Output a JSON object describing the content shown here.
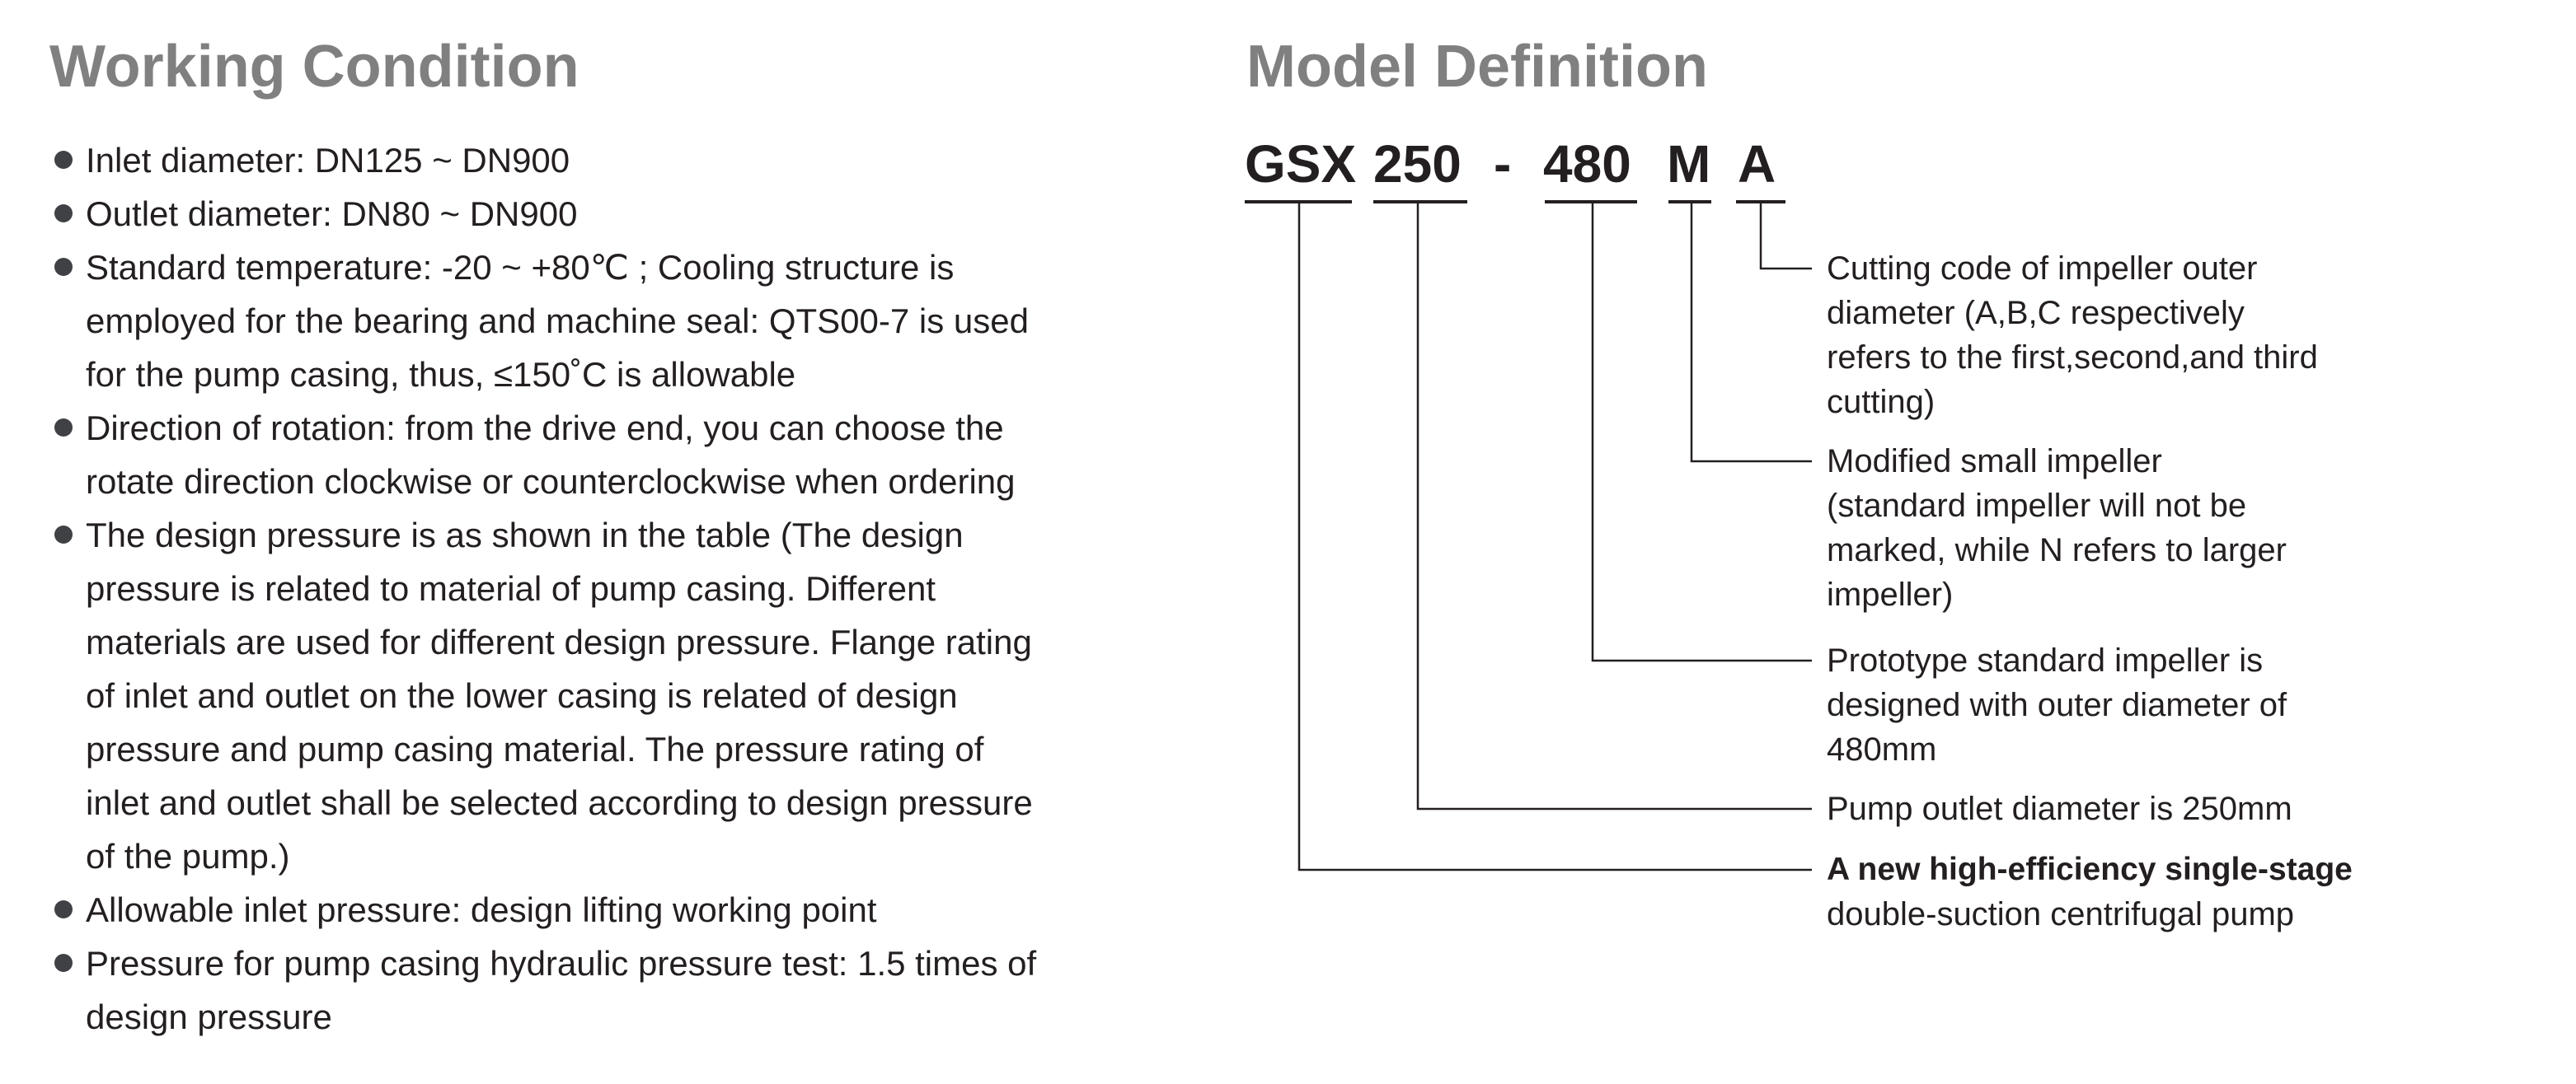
{
  "working_condition": {
    "title": "Working Condition",
    "items": [
      {
        "lines": [
          "Inlet diameter: DN125 ~ DN900"
        ]
      },
      {
        "lines": [
          "Outlet diameter: DN80 ~ DN900"
        ]
      },
      {
        "lines": [
          "Standard temperature: -20 ~ +80℃ ; Cooling structure is",
          "employed for the bearing and machine seal: QTS00-7 is used",
          "for the pump casing, thus, ≤150˚C is allowable"
        ]
      },
      {
        "lines": [
          "Direction of rotation: from the drive end, you can choose the",
          "rotate direction clockwise or counterclockwise when ordering"
        ]
      },
      {
        "lines": [
          "The design pressure is as shown in the table (The design",
          "pressure is related to material of pump casing. Different",
          "materials are used for different design pressure. Flange rating",
          "of inlet and outlet on the lower casing is related of design",
          "pressure and pump casing material. The pressure rating of",
          "inlet and outlet shall be selected according to design pressure",
          "of the pump.)"
        ]
      },
      {
        "lines": [
          "Allowable inlet pressure: design lifting working point"
        ]
      },
      {
        "lines": [
          "Pressure for pump casing hydraulic pressure test: 1.5 times of",
          "design pressure"
        ]
      }
    ]
  },
  "model_definition": {
    "title": "Model Definition",
    "code_parts": [
      "GSX",
      "250",
      "-",
      "480",
      "M",
      "A"
    ],
    "descriptions": [
      {
        "part": "A",
        "lines": [
          "Cutting code of impeller outer",
          "diameter (A,B,C respectively",
          "refers to the first,second,and third",
          "cutting)"
        ]
      },
      {
        "part": "M",
        "lines": [
          "Modified small impeller",
          "(standard impeller will not be",
          "marked, while N refers to larger",
          "impeller)"
        ]
      },
      {
        "part": "480",
        "lines": [
          "Prototype standard impeller is",
          "designed with outer diameter of",
          "480mm"
        ]
      },
      {
        "part": "250",
        "lines": [
          "Pump outlet diameter is 250mm"
        ]
      },
      {
        "part": "GSX",
        "lines": [
          "A new high-efficiency single-stage",
          "double-suction centrifugal pump"
        ]
      }
    ]
  }
}
